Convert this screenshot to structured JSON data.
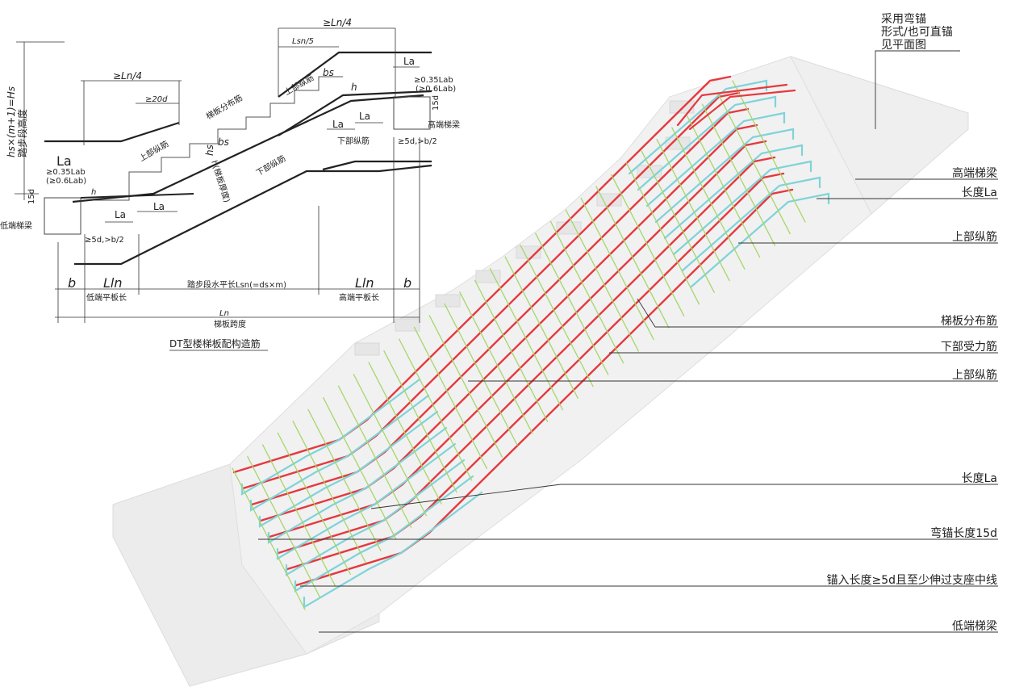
{
  "section": {
    "caption": "DT型楼梯板配构造筋",
    "dim_top_high": "≥Ln/4",
    "dim_lsn5": "Lsn/5",
    "dim_la_top": "La",
    "dim_035_high": "≥0.35Lab",
    "dim_06_high": "(≥0.6Lab)",
    "dim_15d_high": "15d",
    "label_high_beam": "高端梯梁",
    "dim_5d_high": "≥5d,>b/2",
    "dim_ln4_mid": "≥Ln/4",
    "dim_20d": "≥20d",
    "label_upper_bar_1": "上部纵筋",
    "label_upper_bar_2": "上部纵筋",
    "label_dist_bar": "梯板分布筋",
    "dim_bs_1": "bs",
    "dim_bs_2": "bs",
    "dim_hs": "hs",
    "dim_h_1": "h",
    "dim_h_2": "h",
    "label_lower_bar_1": "下部纵筋",
    "label_lower_bar_2": "下部纵筋",
    "label_slab_thickness": "h(梯板厚度)",
    "dim_La_left": "La",
    "dim_035_low": "≥0.35Lab",
    "dim_06_low": "(≥0.6Lab)",
    "dim_15d_low": "15d",
    "label_low_beam": "低端梯梁",
    "dim_5d_low": "≥5d,>b/2",
    "dim_La_low_1": "La",
    "dim_La_low_2": "La",
    "dim_La_high_1": "La",
    "dim_La_high_2": "La",
    "vertical_text_1": "hs×(m+1)=Hs",
    "vertical_text_2": "踏步段高度",
    "dim_b_left": "b",
    "dim_Lln_left": "Lln",
    "label_low_plate": "低端平板长",
    "dim_lsn": "踏步段水平长Lsn(=ds×m)",
    "dim_Lln_right": "Lln",
    "label_high_plate": "高端平板长",
    "dim_b_right": "b",
    "dim_Ln": "Ln",
    "label_span": "梯板跨度"
  },
  "callouts": {
    "note_1": "采用弯锚",
    "note_2": "形式/也可直锚",
    "note_3": "见平面图",
    "high_beam": "高端梯梁",
    "length_la_1": "长度La",
    "upper_bar_1": "上部纵筋",
    "dist_bar": "梯板分布筋",
    "lower_bar": "下部受力筋",
    "upper_bar_2": "上部纵筋",
    "length_la_2": "长度La",
    "bend_15d": "弯锚长度15d",
    "anchor": "锚入长度≥5d且至少伸过支座中线",
    "low_beam": "低端梯梁"
  },
  "colors": {
    "main_bar": "#e5393e",
    "upper_bar": "#7fd3d9",
    "dist_bar": "#a6d66b",
    "concrete": "#ededed",
    "leader": "#333333"
  }
}
